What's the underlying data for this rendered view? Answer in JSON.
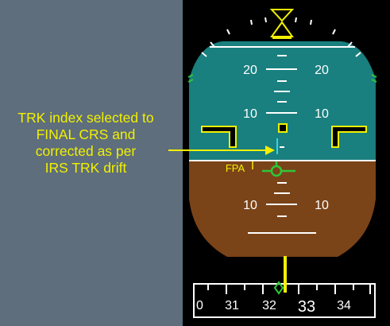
{
  "annotation": {
    "lines": [
      "TRK index selected to",
      "FINAL CRS and",
      "corrected as per",
      "IRS TRK drift"
    ]
  },
  "pitch_ladder": {
    "up_20": "20",
    "up_10": "10",
    "down_10": "10"
  },
  "fpa_label": "FPA",
  "heading_scale": {
    "labels": [
      "31",
      "32",
      "33",
      "34"
    ]
  },
  "colors": {
    "sky": "#197f7f",
    "ground": "#7b4318",
    "symbol_yellow": "#f2f000",
    "fpa_green": "#2fc73a",
    "trk_cyan": "#2fd6e8",
    "background": "#5e6e7c",
    "display": "#000000"
  }
}
